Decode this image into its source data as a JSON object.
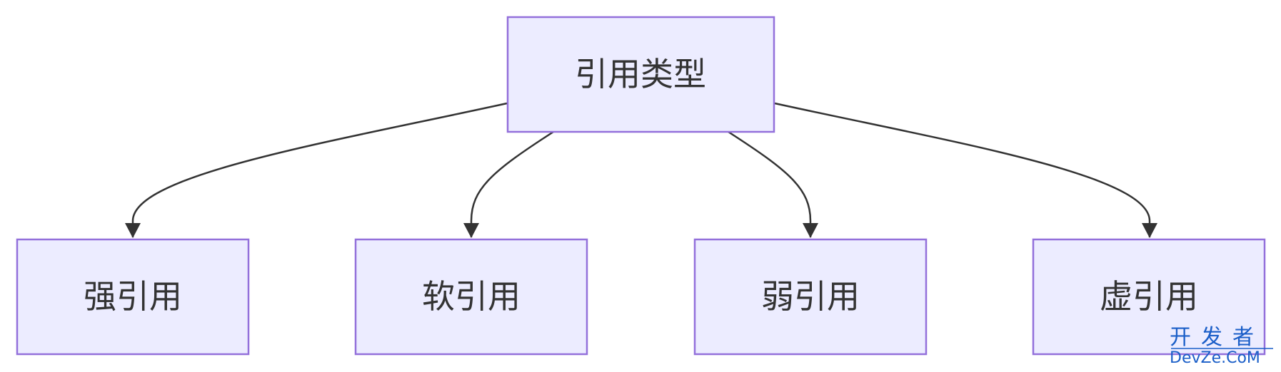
{
  "diagram": {
    "root": {
      "label": "引用类型"
    },
    "children": [
      {
        "label": "强引用"
      },
      {
        "label": "软引用"
      },
      {
        "label": "弱引用"
      },
      {
        "label": "虚引用"
      }
    ]
  },
  "watermark": {
    "cn": "开发者",
    "en": "DevZe.CoM"
  },
  "colors": {
    "node_fill": "#ececff",
    "node_stroke": "#9370db",
    "edge": "#333333",
    "text": "#333333",
    "watermark": "#1a5ec8"
  }
}
